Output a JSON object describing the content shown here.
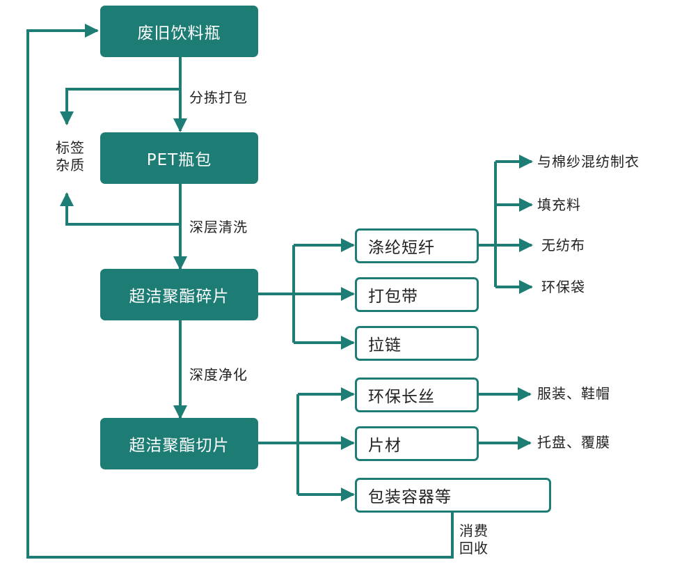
{
  "nodes": {
    "waste_bottle": "废旧饮料瓶",
    "pet_bale": "PET瓶包",
    "flakes": "超洁聚酯碎片",
    "chips": "超洁聚酯切片",
    "staple_fiber": "涤纶短纤",
    "strapping": "打包带",
    "zipper": "拉链",
    "filament": "环保长丝",
    "sheet": "片材",
    "packaging": "包装容器等"
  },
  "edges": {
    "sort_bale": "分拣打包",
    "impurities": "标签\n杂质",
    "deep_wash": "深层清洗",
    "deep_purify": "深度净化",
    "consumer_recycle": "消费\n回收"
  },
  "products": {
    "fiber_outputs": [
      "与棉纱混纺制衣",
      "填充料",
      "无纺布",
      "环保袋"
    ],
    "filament_output": "服装、鞋帽",
    "sheet_output": "托盘、覆膜"
  },
  "colors": {
    "teal": "#1d7c74"
  }
}
